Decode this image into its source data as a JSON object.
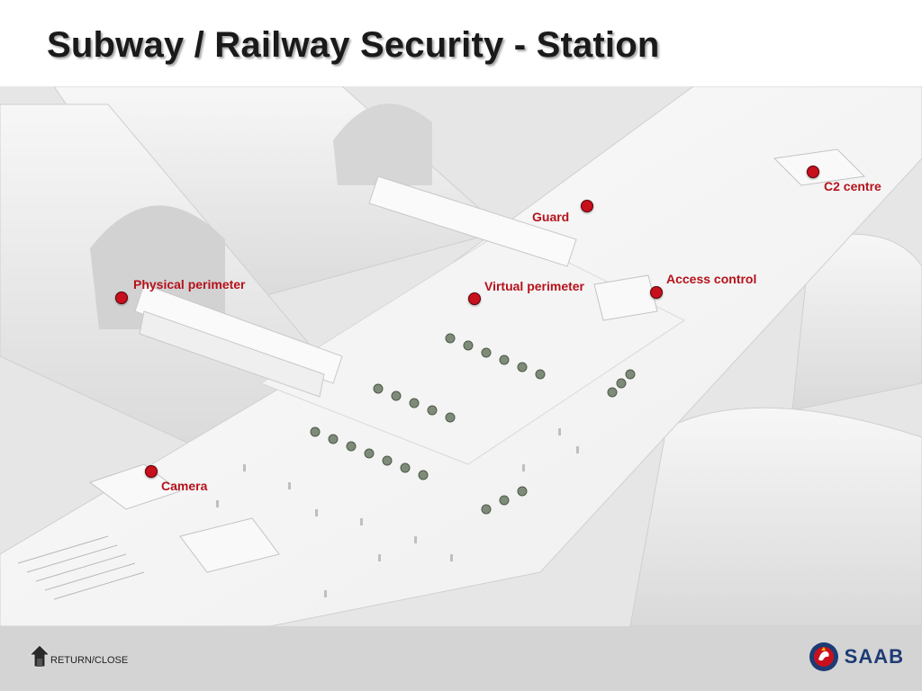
{
  "page": {
    "title": "Subway / Railway Security - Station"
  },
  "hotspots": [
    {
      "id": "physical-perimeter",
      "label": "Physical perimeter"
    },
    {
      "id": "virtual-perimeter",
      "label": "Virtual perimeter"
    },
    {
      "id": "guard",
      "label": "Guard"
    },
    {
      "id": "access-control",
      "label": "Access control"
    },
    {
      "id": "c2-centre",
      "label": "C2 centre"
    },
    {
      "id": "camera",
      "label": "Camera"
    }
  ],
  "footer": {
    "return_label": "RETURN/CLOSE",
    "return_icon": "home-arrow-icon",
    "logo_text": "SAAB",
    "logo_icon": "saab-griffin-emblem-icon"
  },
  "colors": {
    "hotspot": "#c8101c",
    "label": "#b5121b",
    "footer_bg": "#d4d4d4",
    "brand": "#1d3b74"
  }
}
